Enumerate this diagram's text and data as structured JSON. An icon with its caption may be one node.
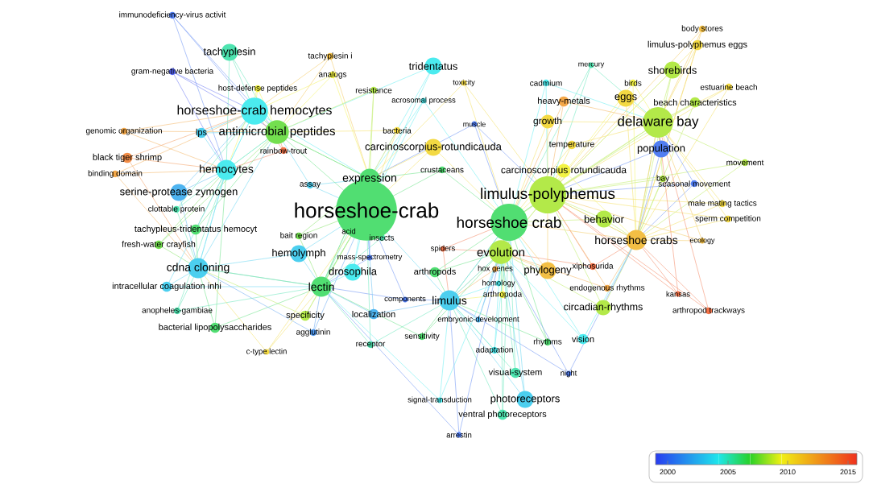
{
  "diagram": {
    "labels": [
      "immunodeficiency-virus activit",
      "tachyplesin",
      "tachyplesin i",
      "tridentatus",
      "gram-negative bacteria",
      "analogs",
      "host-defense peptides",
      "resistance",
      "horseshoe-crab hemocytes",
      "genomic organization",
      "lps",
      "antimicrobial peptides",
      "bacteria",
      "toxicity",
      "cadmium",
      "mercury",
      "body stores",
      "limulus-polyphemus eggs",
      "shorebirds",
      "birds",
      "estuarine beach",
      "acrosomal process",
      "heavy-metals",
      "eggs",
      "beach characteristics",
      "muscle",
      "growth",
      "delaware bay",
      "carcinoscorpius-rotundicauda",
      "rainbow-trout",
      "temperature",
      "black tiger shrimp",
      "binding domain",
      "population",
      "hemocytes",
      "movement",
      "crustaceans",
      "carcinoscorpius rotundicauda",
      "expression",
      "assay",
      "serine-protease zymogen",
      "bay",
      "seasonal movement",
      "horseshoe-crab",
      "limulus-polyphemus",
      "clottable protein",
      "male mating tactics",
      "horseshoe crab",
      "tachypleus-tridentatus hemocyt",
      "sperm competition",
      "behavior",
      "bait region",
      "acid",
      "ecology",
      "horseshoe crabs",
      "fresh-water crayfish",
      "insects",
      "spiders",
      "evolution",
      "mass-spectrometry",
      "hemolymph",
      "cdna cloning",
      "xiphosurida",
      "hox genes",
      "phylogeny",
      "drosophila",
      "arthropods",
      "homology",
      "lectin",
      "intracellular coagulation inhi",
      "endogenous rhythms",
      "kansas",
      "arthropoda",
      "components",
      "limulus",
      "anopheles-gambiae",
      "circadian-rhythms",
      "localization",
      "specificity",
      "arthropod trackways",
      "embryonic-development",
      "bacterial lipopolysaccharides",
      "agglutinin",
      "sensitivity",
      "receptor",
      "rhythms",
      "vision",
      "adaptation",
      "c-type lectin",
      "visual-system",
      "night",
      "signal-transduction",
      "photoreceptors",
      "ventral photoreceptors",
      "arrestin",
      "2000",
      "2005",
      "2010",
      "2015"
    ]
  }
}
